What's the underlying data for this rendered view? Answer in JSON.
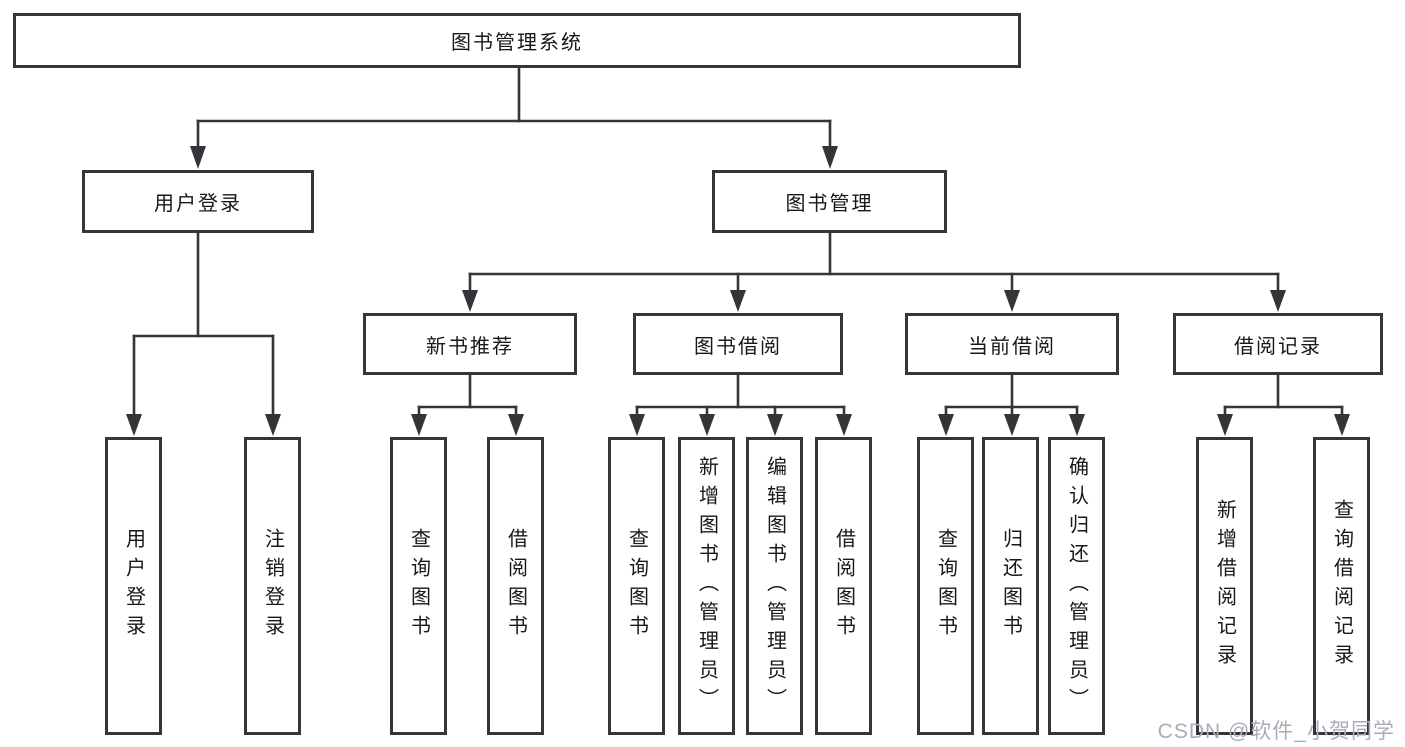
{
  "diagram": {
    "title": "图书管理系统",
    "type": "hierarchy-tree",
    "colors": {
      "line": "#333538",
      "box_border": "#333538",
      "text": "#17181a",
      "background": "#ffffff",
      "watermark": "#a9adb7"
    },
    "tree": {
      "label": "图书管理系统",
      "children": [
        {
          "label": "用户登录",
          "children": [
            {
              "label": "用户登录"
            },
            {
              "label": "注销登录"
            }
          ]
        },
        {
          "label": "图书管理",
          "children": [
            {
              "label": "新书推荐",
              "children": [
                {
                  "label": "查询图书"
                },
                {
                  "label": "借阅图书"
                }
              ]
            },
            {
              "label": "图书借阅",
              "children": [
                {
                  "label": "查询图书"
                },
                {
                  "label": "新增图书（管理员）"
                },
                {
                  "label": "编辑图书（管理员）"
                },
                {
                  "label": "借阅图书"
                }
              ]
            },
            {
              "label": "当前借阅",
              "children": [
                {
                  "label": "查询图书"
                },
                {
                  "label": "归还图书"
                },
                {
                  "label": "确认归还（管理员）"
                }
              ]
            },
            {
              "label": "借阅记录",
              "children": [
                {
                  "label": "新增借阅记录"
                },
                {
                  "label": "查询借阅记录"
                }
              ]
            }
          ]
        }
      ]
    },
    "watermark": {
      "text": "CSDN @软件_小贺同学"
    }
  }
}
